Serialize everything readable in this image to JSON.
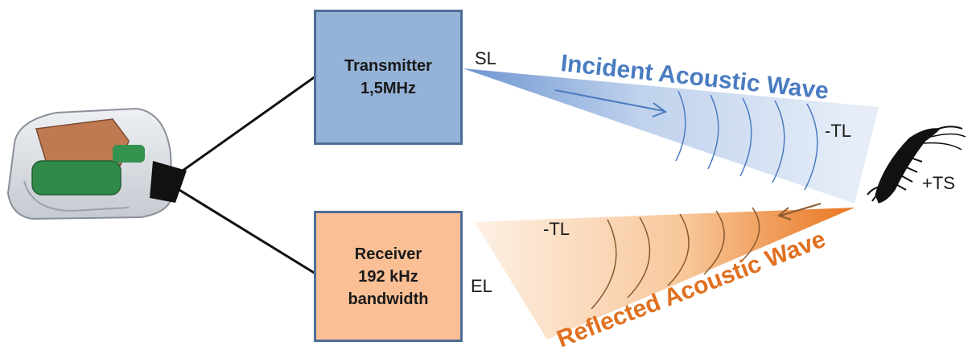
{
  "transmitter": {
    "line1": "Transmitter",
    "line2": "1,5MHz"
  },
  "receiver": {
    "line1": "Receiver",
    "line2": "192 kHz",
    "line3": "bandwidth"
  },
  "labels": {
    "sl": "SL",
    "el": "EL",
    "tl_incident": "-TL",
    "tl_reflected": "-TL",
    "ts": "+TS"
  },
  "waves": {
    "incident": "Incident Acoustic Wave",
    "reflected": "Reflected Acoustic Wave"
  },
  "colors": {
    "incident_blue": "#4a7cc0",
    "reflected_orange": "#e07020",
    "transmitter_fill": "#95b3d7",
    "receiver_fill": "#fbbf95",
    "box_border": "#4f6e97"
  },
  "icons": {
    "device": "echosounder-device-icon",
    "target": "krill-icon"
  }
}
